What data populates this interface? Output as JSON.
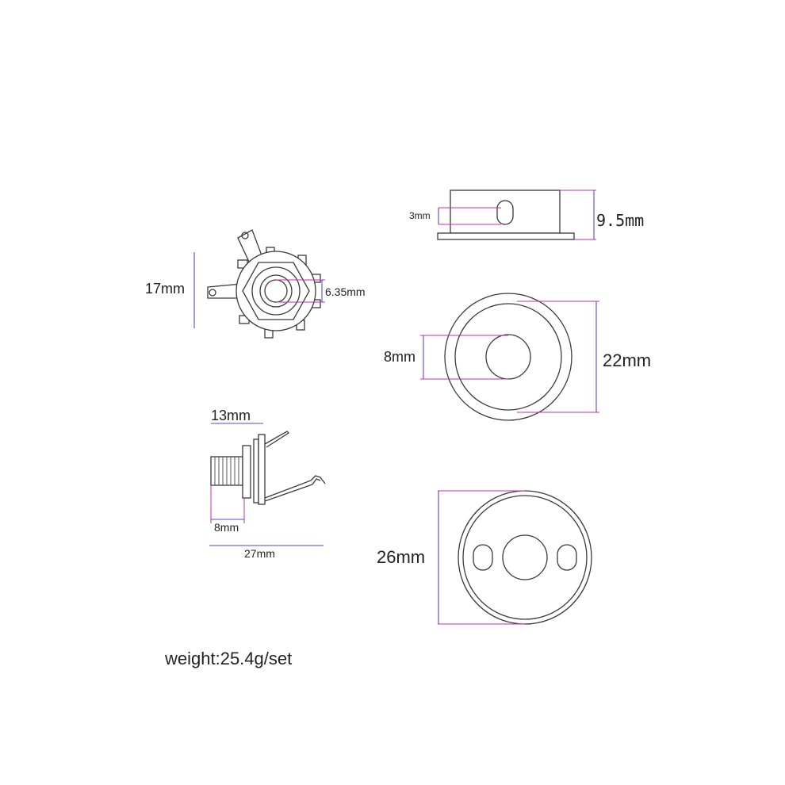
{
  "labels": {
    "jack_height": "17mm",
    "jack_hole": "6.35mm",
    "cup_hole_offset": "3mm",
    "cup_height": "9.5mm",
    "inner_hole": "8mm",
    "cup_diameter": "22mm",
    "thread_length": "13mm",
    "body_length": "8mm",
    "total_length": "27mm",
    "plate_diameter": "26mm",
    "weight": "weight:25.4g/set"
  },
  "colors": {
    "dimension_line": "#6a3fd0",
    "extension_line": "#c22fb0",
    "outline": "#3a3a3a"
  }
}
